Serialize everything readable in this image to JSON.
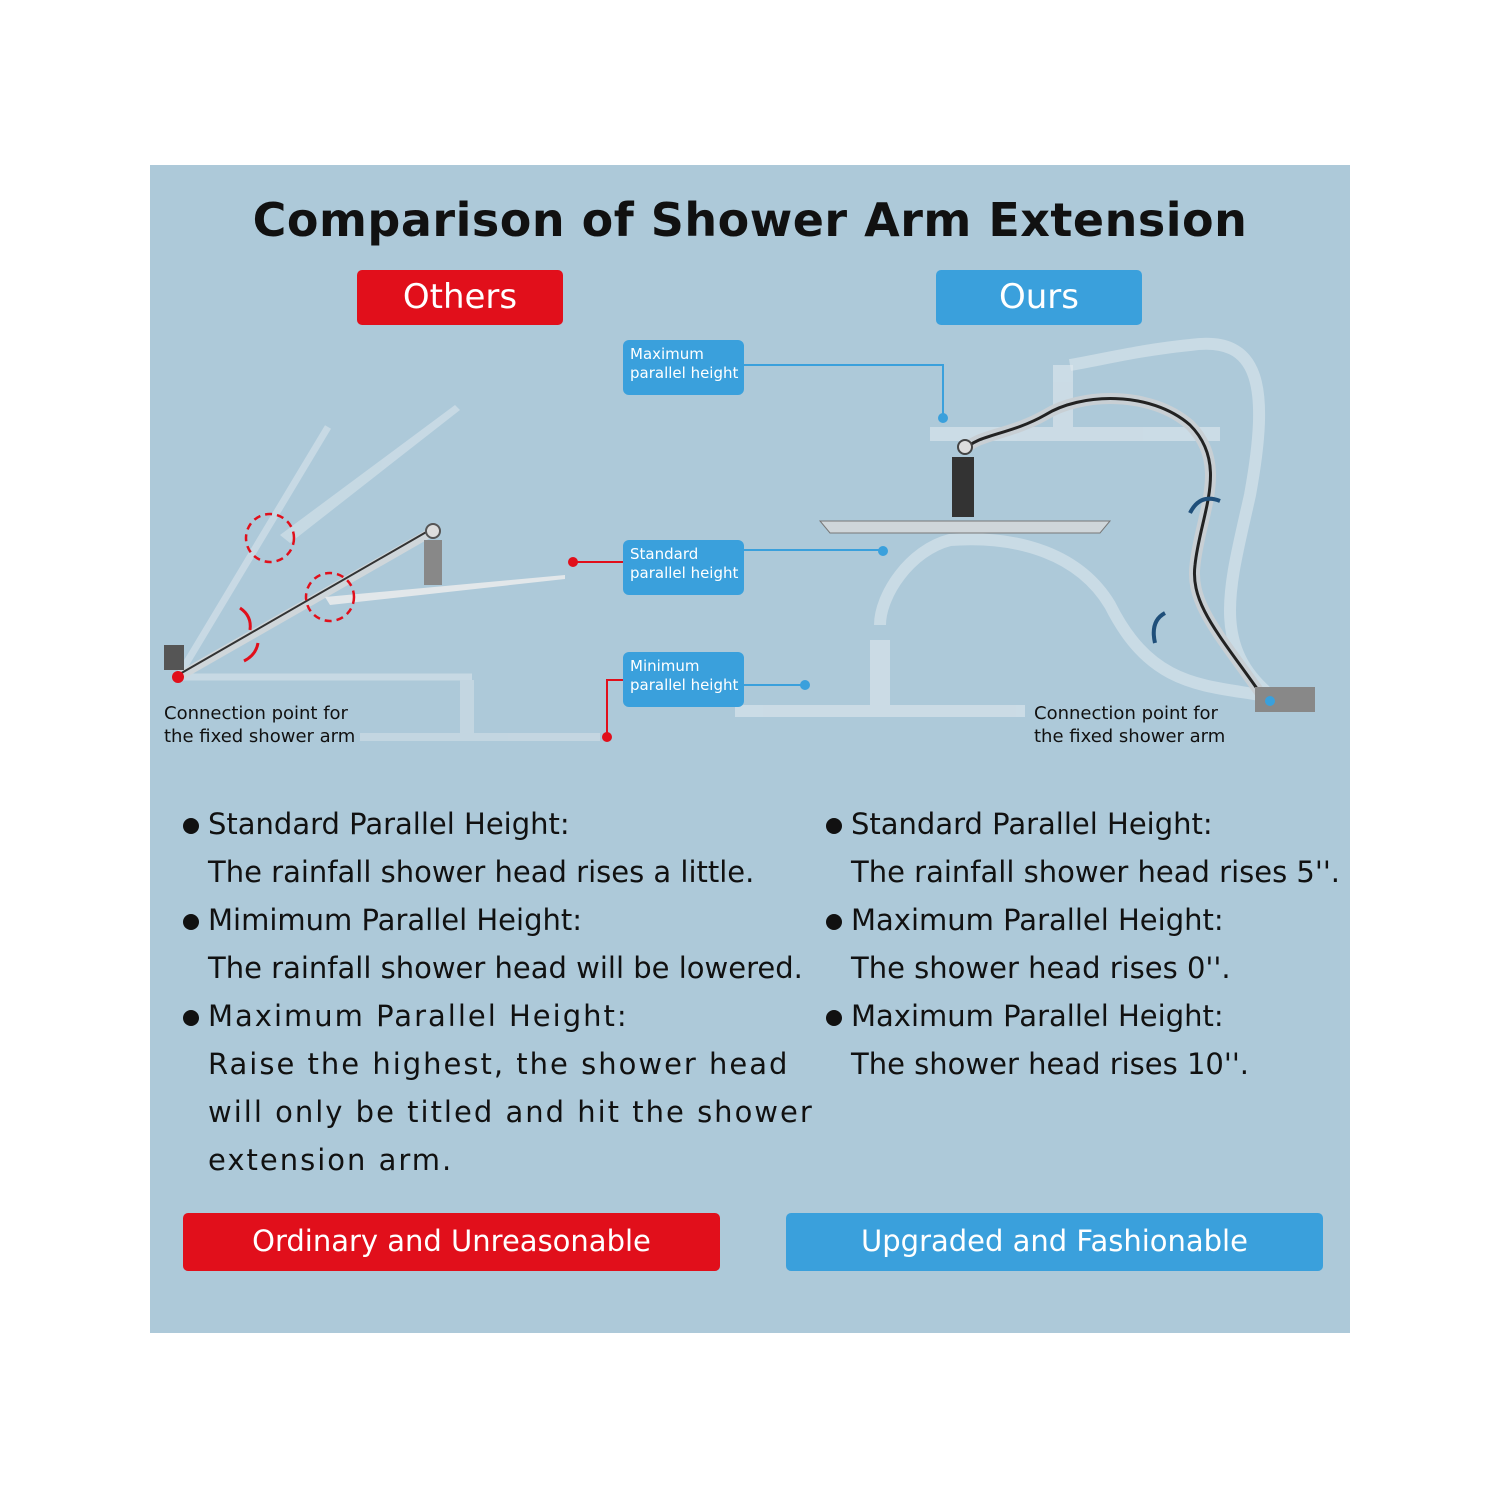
{
  "title": "Comparison of Shower Arm Extension",
  "tags": {
    "others": "Others",
    "ours": "Ours"
  },
  "callouts": {
    "maximum": [
      "Maximum",
      "parallel height"
    ],
    "standard": [
      "Standard",
      "parallel height"
    ],
    "minimum": [
      "Minimum",
      "parallel height"
    ]
  },
  "connection_label": [
    "Connection point for",
    "the fixed shower arm"
  ],
  "others": {
    "points": [
      {
        "heading": "Standard Parallel Height:",
        "body": [
          "The rainfall shower head rises a little."
        ]
      },
      {
        "heading": "Mimimum Parallel Height:",
        "body": [
          "The rainfall shower head will be lowered."
        ]
      },
      {
        "heading": "Maximum Parallel Height:",
        "body": [
          "Raise the highest, the shower head",
          "will only be titled and hit the shower",
          "extension arm."
        ]
      }
    ],
    "verdict": "Ordinary and Unreasonable"
  },
  "ours": {
    "points": [
      {
        "heading": "Standard Parallel Height:",
        "body": [
          "The rainfall shower head rises 5''."
        ]
      },
      {
        "heading": "Maximum Parallel Height:",
        "body": [
          "The shower head rises 0''."
        ]
      },
      {
        "heading": "Maximum Parallel Height:",
        "body": [
          "The shower head rises 10''."
        ]
      }
    ],
    "verdict": "Upgraded and Fashionable"
  },
  "colors": {
    "background": "#adc9d9",
    "red": "#e10f1b",
    "blue": "#3aa0dc",
    "arrow": "#1f4f7a"
  }
}
